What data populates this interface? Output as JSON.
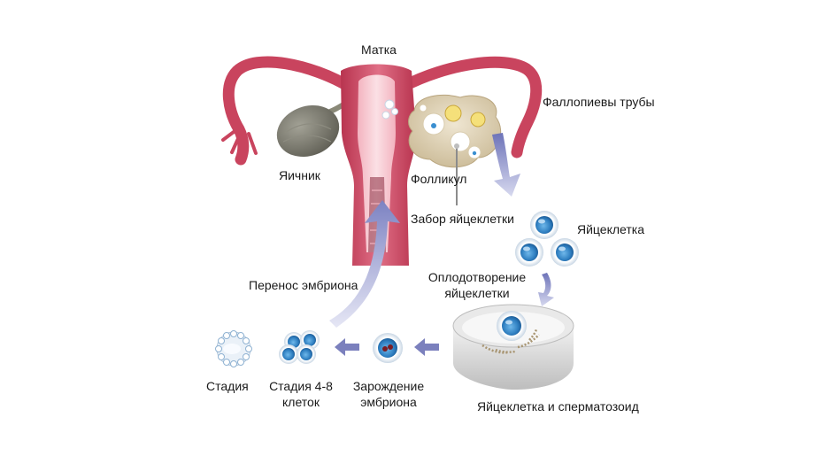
{
  "labels": {
    "uterus": "Матка",
    "fallopian_tubes": "Фаллопиевы трубы",
    "ovary": "Яичник",
    "follicle": "Фолликул",
    "egg_retrieval": "Забор яйцеклетки",
    "egg": "Яйцеклетка",
    "fertilization_line1": "Оплодотворение",
    "fertilization_line2": "яйцеклетки",
    "egg_and_sperm": "Яйцеклетка и сперматозоид",
    "embryo_origin_line1": "Зарождение",
    "embryo_origin_line2": "эмбриона",
    "stage_4_8_line1": "Стадия 4-8",
    "stage_4_8_line2": "клеток",
    "stage": "Стадия",
    "embryo_transfer": "Перенос эмбриона"
  },
  "colors": {
    "uterus_pink": "#c9445e",
    "uterus_light": "#e88a9c",
    "ovary_gray": "#7b7a6f",
    "follicle_beige": "#d8cbb0",
    "cell_blue": "#3a8fd0",
    "arrow_lavender": "#8a8fc8"
  }
}
